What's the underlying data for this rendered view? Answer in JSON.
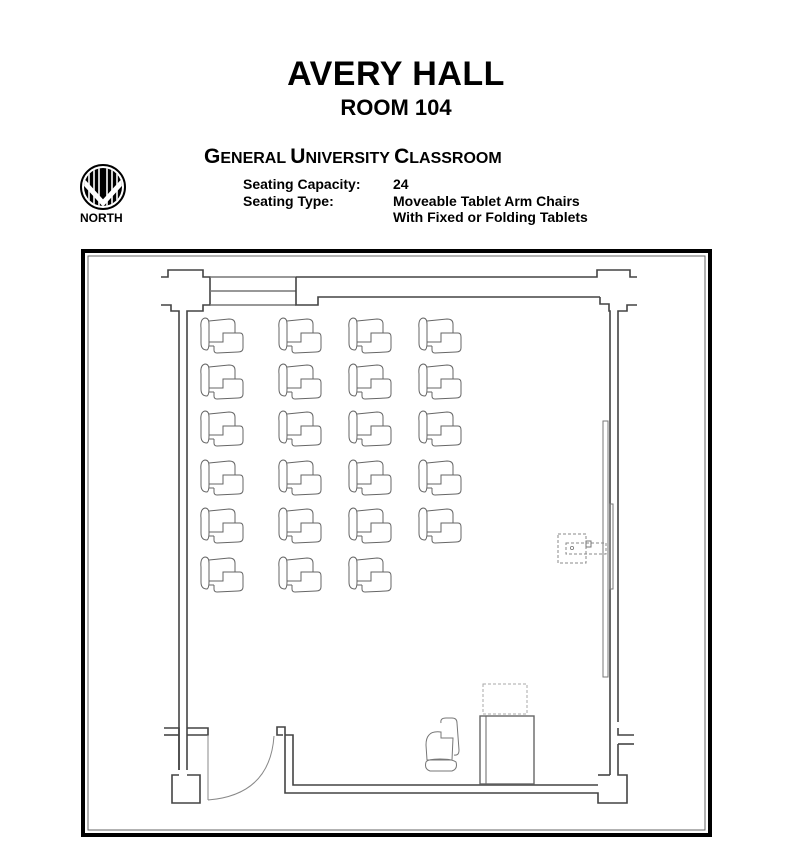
{
  "header": {
    "building": "AVERY HALL",
    "room": "ROOM 104",
    "classroom_type_parts": [
      "G",
      "ENERAL ",
      "U",
      "NIVERSITY ",
      "C",
      "LASSROOM"
    ],
    "classroom_type": "General University Classroom"
  },
  "info": {
    "capacity_label": "Seating Capacity:",
    "capacity_value": "24",
    "type_label": "Seating Type:",
    "type_value_line1": "Moveable Tablet Arm Chairs",
    "type_value_line2": "With Fixed or Folding Tablets"
  },
  "compass": {
    "icon": "north-arrow-icon",
    "label": "NORTH"
  },
  "floor_plan": {
    "seat_count": 24,
    "seat_columns_x": [
      200,
      278,
      348,
      418
    ],
    "seat_rows_y": [
      318,
      364,
      411,
      460,
      508,
      557
    ],
    "seats_per_row": [
      4,
      4,
      4,
      4,
      4,
      3
    ],
    "elements": [
      "tablet-arm-chair",
      "instructor-chair",
      "instructor-desk",
      "whiteboard",
      "projector-outlet",
      "entry-door",
      "window"
    ],
    "line_color": "#444444",
    "dashed_color": "#8a8a8a"
  }
}
